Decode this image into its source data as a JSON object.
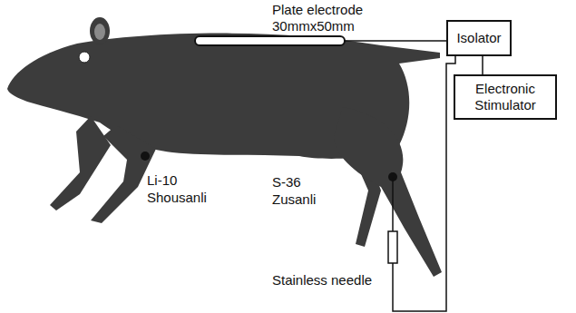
{
  "diagram": {
    "nodes": [
      {
        "text": [
          "Isolator"
        ]
      },
      {
        "text": [
          "Electronic Stimulator"
        ]
      }
    ],
    "edges": [
      {
        "from": 0,
        "to": 1,
        "arrow": "none"
      }
    ],
    "labels": [
      "Plate electrode",
      "30mmx50mm",
      "Li-10",
      "Shousanli",
      "S-36",
      "Zusanli",
      "Stainless needle"
    ]
  }
}
